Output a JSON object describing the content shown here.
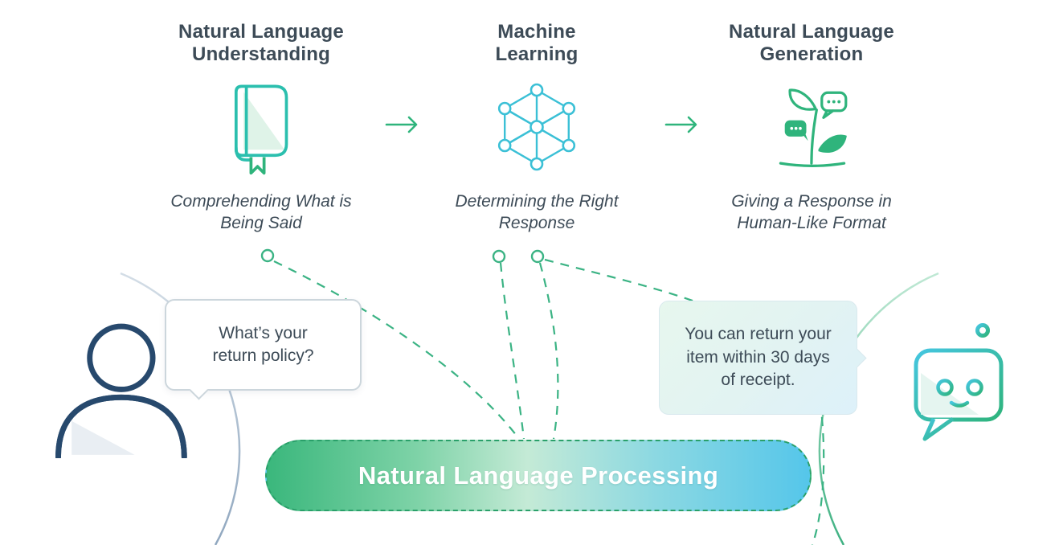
{
  "colors": {
    "accent_green": "#2fb47c",
    "accent_teal": "#3cc3dd",
    "dashed_connector": "#3bb384",
    "heading_text": "#3d4b57",
    "person_navy": "#27496d",
    "banner_text": "#ffffff"
  },
  "stages": [
    {
      "title": "Natural Language Understanding",
      "icon": "book-icon",
      "caption": "Comprehending What is Being Said"
    },
    {
      "title": "Machine Learning",
      "icon": "neural-network-icon",
      "caption": "Determining the Right Response"
    },
    {
      "title": "Natural Language Generation",
      "icon": "plant-speech-icon",
      "caption": "Giving a Response in Human-Like Format"
    }
  ],
  "arrows": {
    "glyph": "arrow-right-icon"
  },
  "user_bubble": {
    "speaker_icon": "person-icon",
    "text": "What’s your return policy?"
  },
  "bot_bubble": {
    "speaker_icon": "robot-icon",
    "text": "You can return your item within 30 days of receipt."
  },
  "banner": {
    "label": "Natural Language Processing"
  }
}
